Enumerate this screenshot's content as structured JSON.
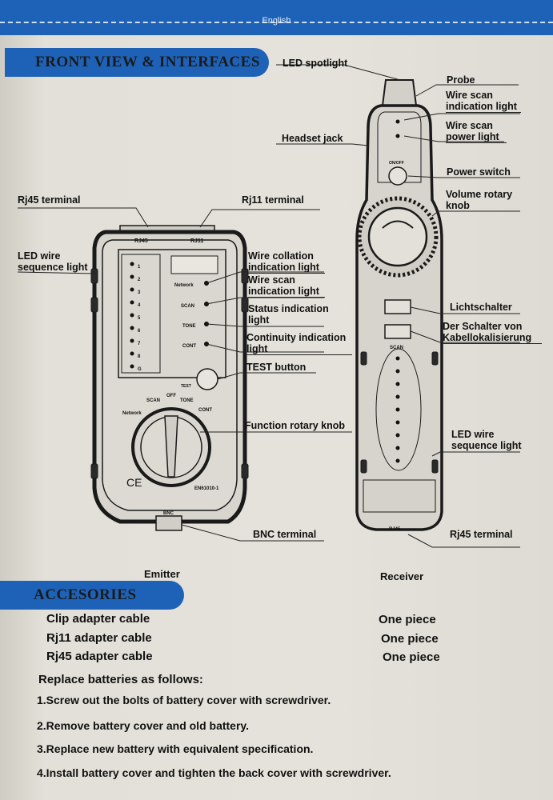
{
  "header": {
    "language": "English"
  },
  "sections": {
    "front_view": "FRONT VIEW & INTERFACES",
    "accessories": "ACCESORIES"
  },
  "receiver_labels": {
    "led_spotlight": "LED spotlight",
    "probe": "Probe",
    "wire_scan_indication": "Wire scan indication light",
    "headset_jack": "Headset jack",
    "wire_scan_power": "Wire scan power light",
    "power_switch": "Power switch",
    "volume_knob": "Volume rotary knob",
    "lichtschalter": "Lichtschalter",
    "kabel": "Der Schalter von Kabellokalisierung",
    "led_sequence": "LED wire sequence light",
    "rj45_terminal": "Rj45 terminal"
  },
  "emitter_labels": {
    "rj45_terminal": "Rj45 terminal",
    "rj11_terminal": "Rj11 terminal",
    "led_sequence": "LED wire sequence light",
    "wire_collation": "Wire collation indication light",
    "wire_scan": "Wire scan indication light",
    "status": "Status indication light",
    "continuity": "Continuity indication light",
    "test_button": "TEST button",
    "function_knob": "Function rotary knob",
    "bnc_terminal": "BNC terminal"
  },
  "device_text": {
    "emitter_rj45": "RJ45",
    "emitter_rj11": "RJ11",
    "network": "Network",
    "scan": "SCAN",
    "tone": "TONE",
    "cont": "CONT",
    "test": "TEST",
    "off": "OFF",
    "ce": "CE",
    "en": "EN61010-1",
    "bnc": "BNC",
    "onoff": "ON/OFF",
    "rx_scan": "SCAN",
    "rx_rj45": "RJ45",
    "led_numbers": [
      "1",
      "2",
      "3",
      "4",
      "5",
      "6",
      "7",
      "8",
      "G"
    ]
  },
  "captions": {
    "emitter": "Emitter",
    "receiver": "Receiver"
  },
  "accessories": [
    {
      "item": "Clip adapter cable",
      "qty": "One piece"
    },
    {
      "item": "Rj11 adapter cable",
      "qty": "One piece"
    },
    {
      "item": "Rj45 adapter cable",
      "qty": "One piece"
    }
  ],
  "battery": {
    "intro": "Replace batteries as follows:",
    "steps": [
      "1.Screw out the bolts of battery cover with screwdriver.",
      "2.Remove battery cover and old battery.",
      "3.Replace new battery with equivalent specification.",
      "4.Install battery cover and tighten the back cover with screwdriver."
    ]
  }
}
